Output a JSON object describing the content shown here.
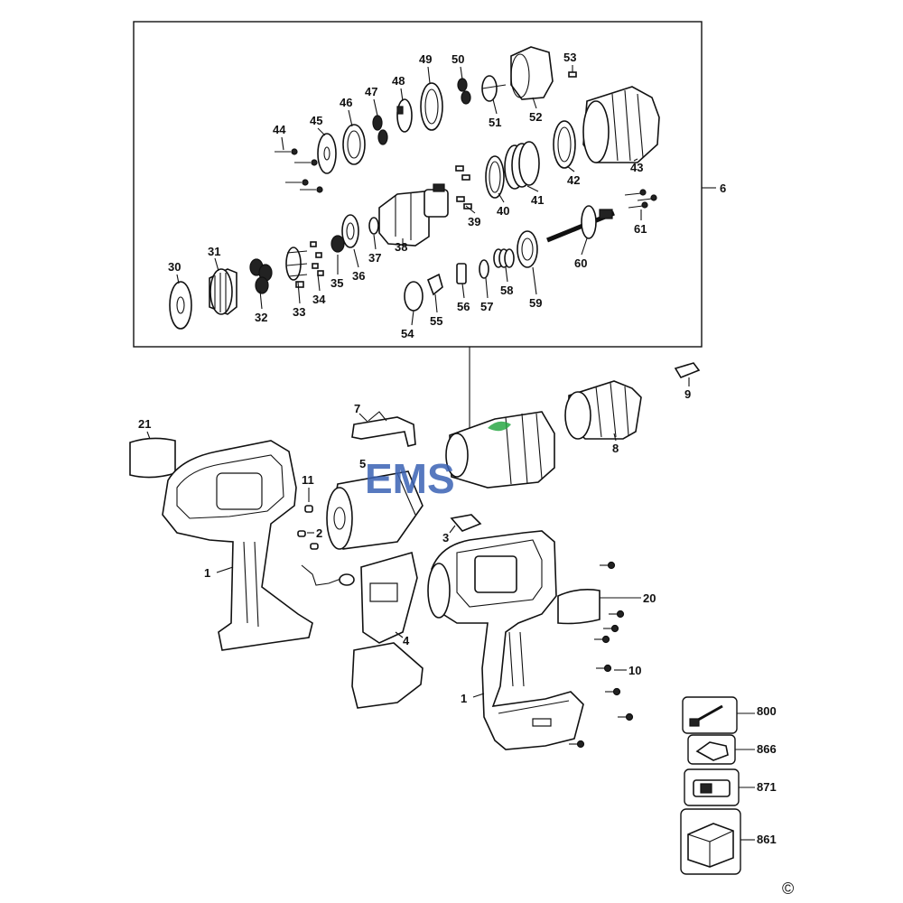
{
  "diagram": {
    "watermark": {
      "text_1": "EMS",
      "text_2": "",
      "color_1": "#3a62b4",
      "color_2": "#2aa845"
    },
    "copyright_symbol": "©",
    "assembly_labels": {
      "p6": "6",
      "p30": "30",
      "p31": "31",
      "p32": "32",
      "p33": "33",
      "p34": "34",
      "p35": "35",
      "p36": "36",
      "p37": "37",
      "p38": "38",
      "p39": "39",
      "p40": "40",
      "p41": "41",
      "p42": "42",
      "p43": "43",
      "p44": "44",
      "p45": "45",
      "p46": "46",
      "p47": "47",
      "p48": "48",
      "p49": "49",
      "p50": "50",
      "p51": "51",
      "p52": "52",
      "p53": "53",
      "p54": "54",
      "p55": "55",
      "p56": "56",
      "p57": "57",
      "p58": "58",
      "p59": "59",
      "p60": "60",
      "p61": "61"
    },
    "body_labels": {
      "p1a": "1",
      "p1b": "1",
      "p2": "2",
      "p3": "3",
      "p4": "4",
      "p5": "5",
      "p7": "7",
      "p8": "8",
      "p9": "9",
      "p10": "10",
      "p11": "11",
      "p20": "20",
      "p21": "21"
    },
    "kit_labels": {
      "k800": "800",
      "k866": "866",
      "k871": "871",
      "k861": "861"
    }
  }
}
